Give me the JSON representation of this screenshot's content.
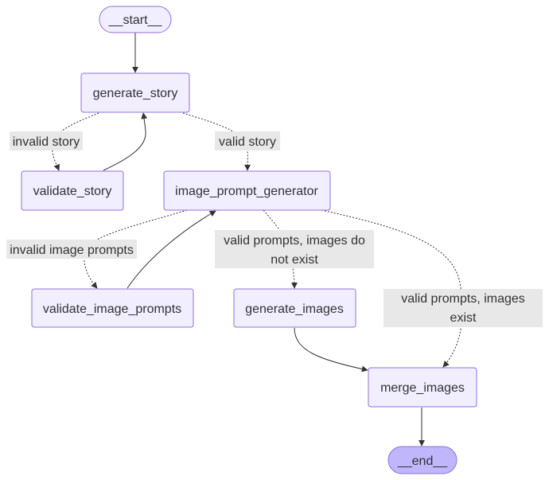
{
  "nodes": {
    "start": "__start__",
    "generate_story": "generate_story",
    "validate_story": "validate_story",
    "image_prompt_generator": "image_prompt_generator",
    "validate_image_prompts": "validate_image_prompts",
    "generate_images": "generate_images",
    "merge_images": "merge_images",
    "end": "__end__"
  },
  "edge_labels": {
    "invalid_story": "invalid story",
    "valid_story": "valid story",
    "invalid_image_prompts": "invalid image prompts",
    "prompts_not_exist_line1": "valid prompts, images do",
    "prompts_not_exist_line2": "not exist",
    "prompts_exist_line1": "valid prompts, images",
    "prompts_exist_line2": "exist"
  },
  "colors": {
    "node_fill": "#f0eeff",
    "node_stroke": "#9370db",
    "end_fill": "#bfb6fb",
    "edge": "#333333",
    "label_bg": "#e8e8e8"
  }
}
